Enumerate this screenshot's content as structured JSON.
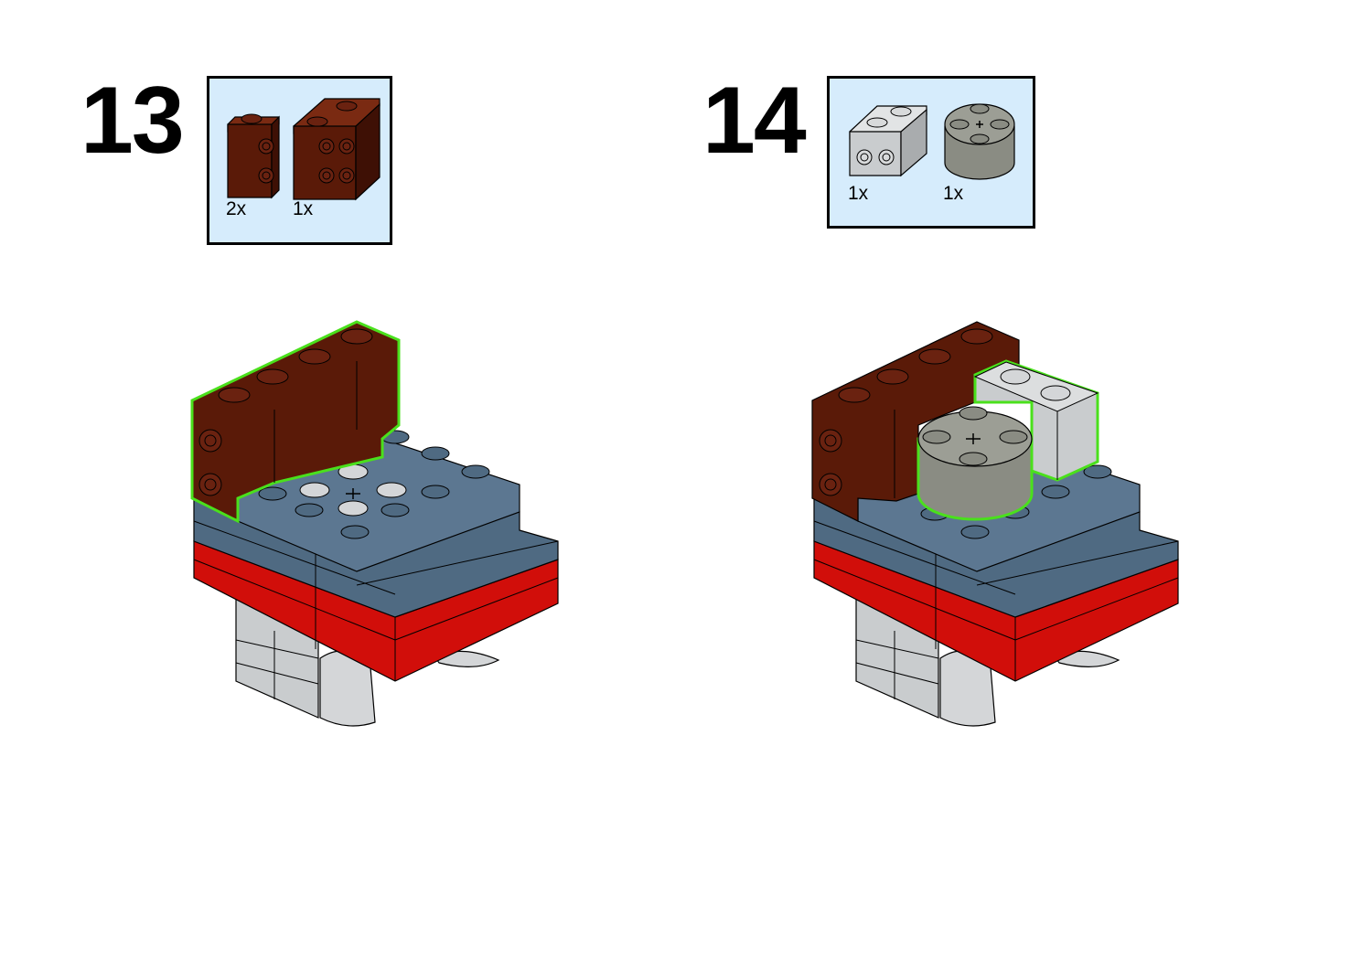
{
  "steps": [
    {
      "number": "13",
      "parts": [
        {
          "qty": "2x",
          "color": "#5a1a08",
          "icon": "brick-1x2-side-studs-icon"
        },
        {
          "qty": "1x",
          "color": "#5a1a08",
          "icon": "brick-2x2-side-studs-icon"
        }
      ]
    },
    {
      "number": "14",
      "parts": [
        {
          "qty": "1x",
          "color": "#c9ccce",
          "icon": "brick-1x2-side-studs-icon"
        },
        {
          "qty": "1x",
          "color": "#8a8c83",
          "icon": "round-brick-2x2-icon"
        }
      ]
    }
  ],
  "colors": {
    "reddish_brown": "#5a1a08",
    "sand_blue": "#4f6a82",
    "red": "#d10e0a",
    "light_gray": "#c9ccce",
    "dark_gray": "#8a8c83",
    "highlight": "#4ae01c",
    "parts_box_bg": "#d6ecfc"
  }
}
